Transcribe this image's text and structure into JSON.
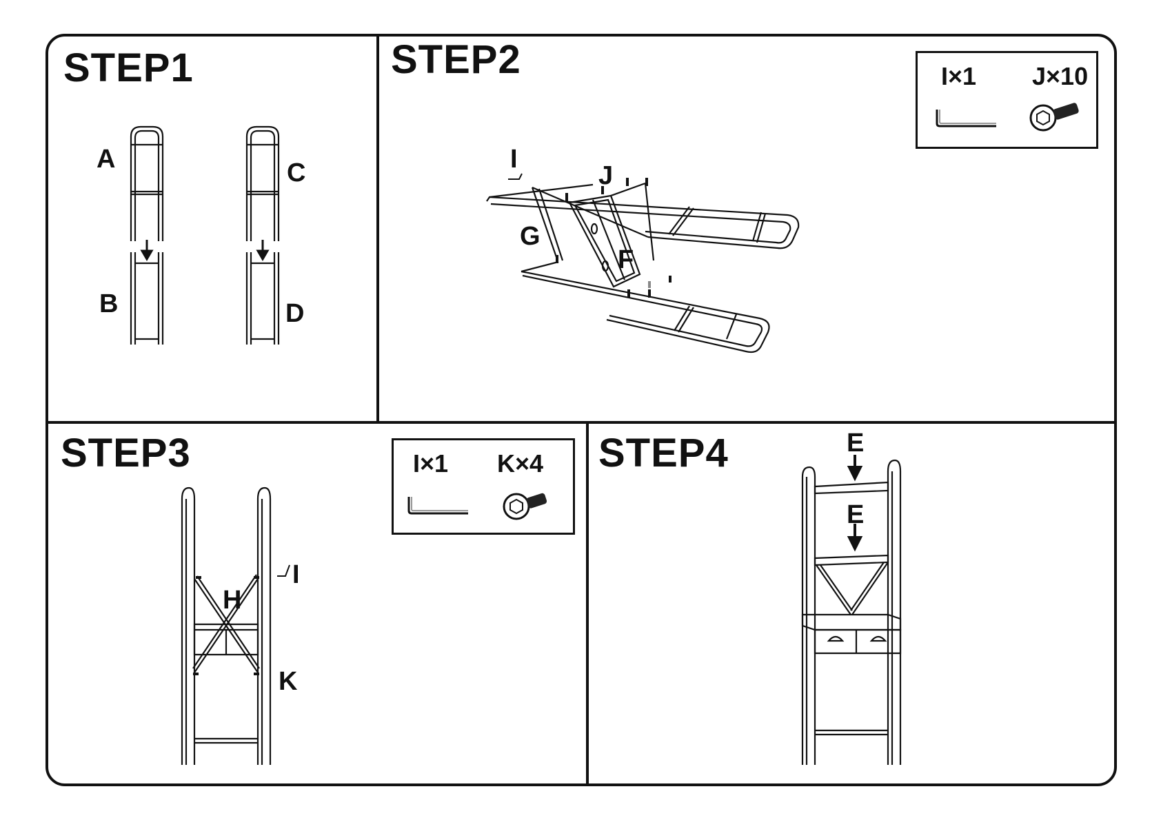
{
  "steps": [
    {
      "title": "STEP1",
      "labels": {
        "a": "A",
        "b": "B",
        "c": "C",
        "d": "D"
      }
    },
    {
      "title": "STEP2",
      "labels": {
        "i": "I",
        "j": "J",
        "g": "G",
        "f": "F"
      },
      "parts_box": {
        "tool_qty": "I×1",
        "screw_qty": "J×10"
      }
    },
    {
      "title": "STEP3",
      "labels": {
        "h": "H",
        "i": "I",
        "k": "K"
      },
      "parts_box": {
        "tool_qty": "I×1",
        "screw_qty": "K×4"
      }
    },
    {
      "title": "STEP4",
      "labels": {
        "e_top": "E",
        "e_mid": "E"
      }
    }
  ],
  "icons": [
    "allen-key-icon",
    "screw-icon",
    "down-arrow-icon"
  ]
}
